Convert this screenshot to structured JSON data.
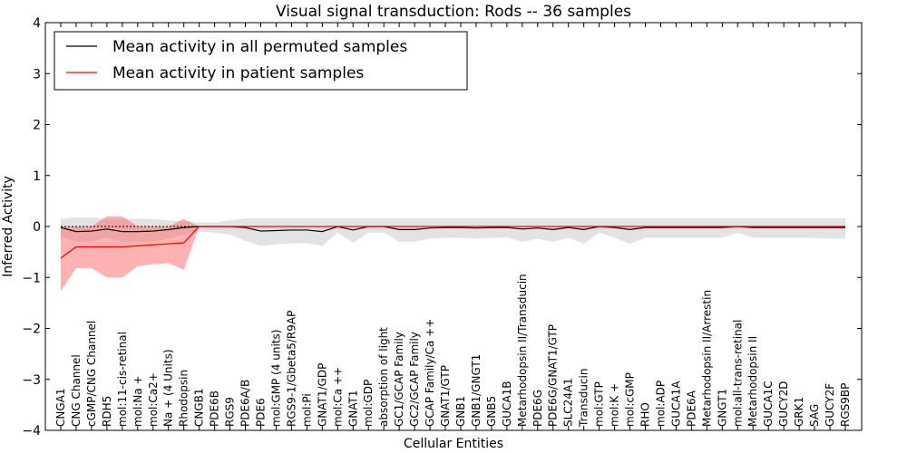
{
  "chart_data": {
    "type": "line",
    "title": "Visual signal transduction: Rods -- 36 samples",
    "xlabel": "Cellular Entities",
    "ylabel": "Inferred Activity",
    "ylim": [
      -4,
      4
    ],
    "yticks": [
      -4,
      -3,
      -2,
      -1,
      0,
      1,
      2,
      3,
      4
    ],
    "grid": false,
    "legend_position": "top-left",
    "categories": [
      "CNGA1",
      "CNG Channel",
      "cGMP/CNG Channel",
      "RDH5",
      "mol:11-cis-retinal",
      "mol:Na +",
      "mol:Ca2+",
      "Na + (4 Units)",
      "Rhodopsin",
      "CNGB1",
      "PDE6B",
      "RGS9",
      "PDE6A/B",
      "PDE6",
      "mol:GMP (4 units)",
      "RGS9-1/Gbeta5/R9AP",
      "mol:Pi",
      "GNAT1/GDP",
      "mol:Ca ++",
      "GNAT1",
      "mol:GDP",
      "absorption of light",
      "GC1/GCAP Family",
      "GC2/GCAP Family",
      "GCAP Family/Ca ++",
      "GNAT1/GTP",
      "GNB1",
      "GNB1/GNGT1",
      "GNB5",
      "GUCA1B",
      "Metarhodopsin II/Transducin",
      "PDE6G",
      "PDE6G/GNAT1/GTP",
      "SLC24A1",
      "Transducin",
      "mol:GTP",
      "mol:K +",
      "mol:cGMP",
      "RHO",
      "mol:ADP",
      "GUCA1A",
      "PDE6A",
      "Metarhodopsin II/Arrestin",
      "GNGT1",
      "mol:all-trans-retinal",
      "Metarhodopsin II",
      "GUCA1C",
      "GUCY2D",
      "GRK1",
      "SAG",
      "GUCY2F",
      "RGS9BP"
    ],
    "series": [
      {
        "name": "Mean activity in all permuted samples",
        "color": "#000000",
        "band_color": "#c8c8c8",
        "values": [
          -0.02,
          -0.1,
          -0.09,
          -0.05,
          -0.1,
          -0.1,
          -0.09,
          -0.06,
          -0.02,
          0.0,
          0.0,
          0.0,
          -0.02,
          -0.09,
          -0.08,
          -0.07,
          -0.07,
          -0.1,
          0.0,
          -0.07,
          0.0,
          0.0,
          -0.06,
          -0.06,
          -0.03,
          -0.02,
          -0.02,
          -0.03,
          -0.02,
          -0.02,
          -0.05,
          -0.03,
          -0.06,
          -0.02,
          -0.06,
          0.0,
          -0.02,
          -0.06,
          -0.02,
          -0.02,
          -0.02,
          -0.02,
          -0.02,
          -0.02,
          0.0,
          -0.02,
          -0.02,
          -0.02,
          -0.02,
          -0.02,
          -0.02,
          -0.02
        ],
        "band_upper": [
          0.15,
          0.18,
          0.18,
          0.15,
          0.15,
          0.15,
          0.15,
          0.12,
          0.1,
          0.08,
          0.08,
          0.12,
          0.16,
          0.16,
          0.16,
          0.16,
          0.16,
          0.16,
          0.16,
          0.16,
          0.16,
          0.16,
          0.16,
          0.16,
          0.16,
          0.16,
          0.16,
          0.16,
          0.16,
          0.16,
          0.16,
          0.16,
          0.16,
          0.16,
          0.16,
          0.16,
          0.16,
          0.16,
          0.16,
          0.16,
          0.16,
          0.16,
          0.16,
          0.16,
          0.16,
          0.16,
          0.16,
          0.16,
          0.16,
          0.16,
          0.16,
          0.16
        ],
        "band_lower": [
          -0.2,
          -0.3,
          -0.3,
          -0.22,
          -0.3,
          -0.3,
          -0.3,
          -0.24,
          -0.16,
          -0.1,
          -0.12,
          -0.16,
          -0.28,
          -0.38,
          -0.35,
          -0.33,
          -0.33,
          -0.38,
          -0.12,
          -0.32,
          -0.12,
          -0.12,
          -0.3,
          -0.3,
          -0.24,
          -0.22,
          -0.22,
          -0.24,
          -0.22,
          -0.22,
          -0.3,
          -0.24,
          -0.3,
          -0.22,
          -0.34,
          -0.12,
          -0.22,
          -0.34,
          -0.22,
          -0.22,
          -0.22,
          -0.22,
          -0.22,
          -0.22,
          -0.12,
          -0.22,
          -0.22,
          -0.22,
          -0.22,
          -0.22,
          -0.24,
          -0.24
        ]
      },
      {
        "name": "Mean activity in patient samples",
        "color": "#ff0000",
        "band_color": "#ff6666",
        "values": [
          -0.62,
          -0.4,
          -0.4,
          -0.4,
          -0.4,
          -0.38,
          -0.36,
          -0.34,
          -0.32,
          0.0,
          0.0,
          0.0,
          0.0,
          0.0,
          0.0,
          0.0,
          0.0,
          0.0,
          0.0,
          0.0,
          0.0,
          0.0,
          0.0,
          0.0,
          0.0,
          0.0,
          0.0,
          0.0,
          0.0,
          0.0,
          0.0,
          0.0,
          0.0,
          0.0,
          0.0,
          0.0,
          0.0,
          0.0,
          0.0,
          0.0,
          0.0,
          0.0,
          0.0,
          0.0,
          0.0,
          0.0,
          0.0,
          0.0,
          0.0,
          0.0,
          0.0,
          0.0
        ],
        "band_upper": [
          0.0,
          0.0,
          0.0,
          0.2,
          0.2,
          0.0,
          0.0,
          0.0,
          0.15,
          0.0,
          0.0,
          0.0,
          0.0,
          0.0,
          0.0,
          0.0,
          0.0,
          0.0,
          0.0,
          0.0,
          0.0,
          0.0,
          0.0,
          0.0,
          0.0,
          0.0,
          0.0,
          0.0,
          0.0,
          0.0,
          0.0,
          0.0,
          0.0,
          0.0,
          0.0,
          0.0,
          0.0,
          0.0,
          0.0,
          0.0,
          0.0,
          0.0,
          0.0,
          0.0,
          0.0,
          0.0,
          0.0,
          0.0,
          0.0,
          0.0,
          0.0,
          0.0
        ],
        "band_lower": [
          -1.27,
          -0.82,
          -0.82,
          -1.0,
          -1.0,
          -0.78,
          -0.74,
          -0.72,
          -0.85,
          0.0,
          0.0,
          0.0,
          0.0,
          0.0,
          0.0,
          0.0,
          0.0,
          0.0,
          0.0,
          0.0,
          0.0,
          0.0,
          0.0,
          0.0,
          0.0,
          0.0,
          0.0,
          0.0,
          0.0,
          0.0,
          0.0,
          0.0,
          0.0,
          0.0,
          0.0,
          0.0,
          0.0,
          0.0,
          0.0,
          0.0,
          0.0,
          0.0,
          0.0,
          0.0,
          0.0,
          0.0,
          0.0,
          0.0,
          0.0,
          0.0,
          0.0,
          0.0
        ]
      }
    ]
  }
}
